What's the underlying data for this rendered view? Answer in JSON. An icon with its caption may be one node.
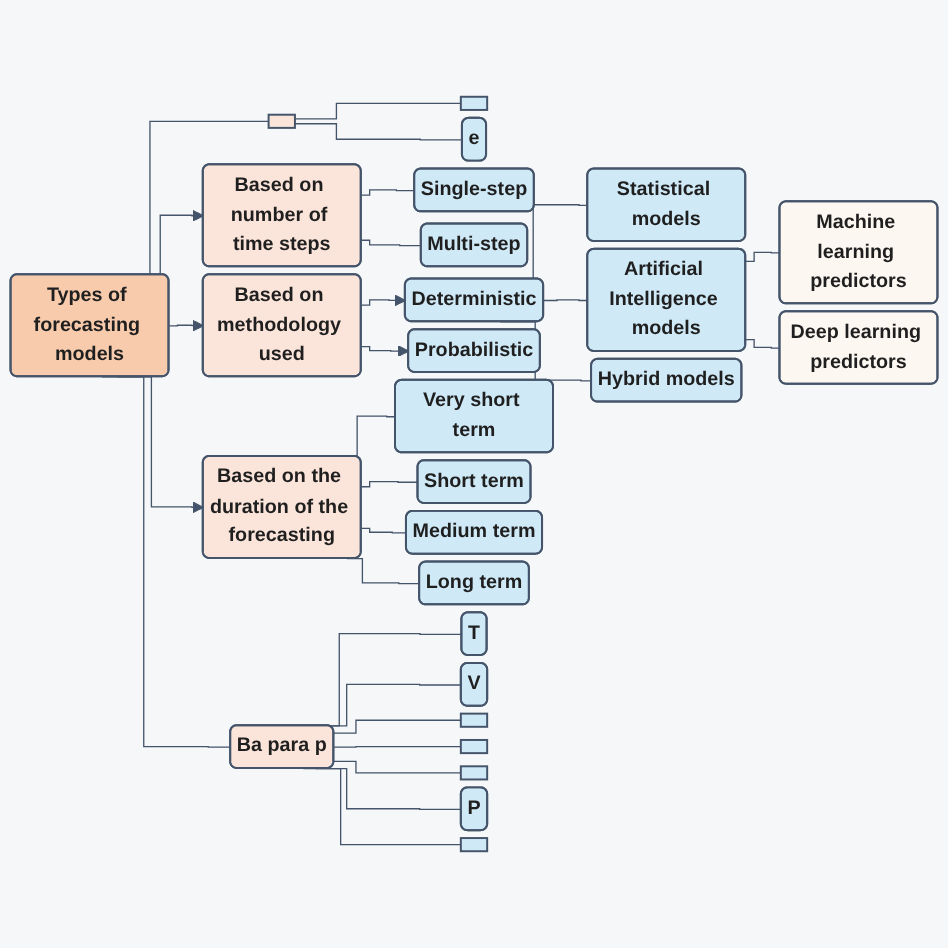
{
  "diagram": {
    "nodes": [
      {
        "text": [
          "Types of forecasting models"
        ]
      },
      {
        "text": [],
        "shape": "box"
      },
      {
        "text": [],
        "shape": "box"
      },
      {
        "text": [
          "e"
        ]
      },
      {
        "text": [
          "Based on number of time steps"
        ]
      },
      {
        "text": [
          "Single-step"
        ]
      },
      {
        "text": [
          "Multi-step"
        ]
      },
      {
        "text": [
          "Based on methodology used"
        ]
      },
      {
        "text": [
          "Deterministic"
        ]
      },
      {
        "text": [
          "Probabilistic"
        ]
      },
      {
        "text": [
          "Statistical models"
        ]
      },
      {
        "text": [
          "Artificial Intelligence models"
        ]
      },
      {
        "text": [
          "Machine learning predictors"
        ]
      },
      {
        "text": [
          "Deep learning predictors"
        ]
      },
      {
        "text": [
          "Hybrid models"
        ]
      },
      {
        "text": [
          "Based on the duration of the forecasting"
        ]
      },
      {
        "text": [
          "Very short term"
        ]
      },
      {
        "text": [
          "Short term"
        ]
      },
      {
        "text": [
          "Medium term"
        ]
      },
      {
        "text": [
          "Long term"
        ]
      },
      {
        "text": [
          "Ba para p"
        ]
      },
      {
        "text": [
          "T"
        ]
      },
      {
        "text": [
          "V"
        ]
      },
      {
        "text": [],
        "shape": "box"
      },
      {
        "text": [],
        "shape": "box"
      },
      {
        "text": [],
        "shape": "box"
      },
      {
        "text": [
          "P"
        ]
      },
      {
        "text": [],
        "shape": "box"
      }
    ],
    "edges": [
      {
        "from": 0,
        "to": 1,
        "arrow": "none"
      },
      {
        "from": 0,
        "to": 4,
        "arrow": "to"
      },
      {
        "from": 0,
        "to": 7,
        "arrow": "to"
      },
      {
        "from": 0,
        "to": 15,
        "arrow": "to"
      },
      {
        "from": 0,
        "to": 20,
        "arrow": "none"
      },
      {
        "from": 1,
        "to": 2,
        "arrow": "none"
      },
      {
        "from": 1,
        "to": 3,
        "arrow": "none"
      },
      {
        "from": 4,
        "to": 5,
        "arrow": "none"
      },
      {
        "from": 4,
        "to": 6,
        "arrow": "none"
      },
      {
        "from": 7,
        "to": 8,
        "arrow": "to"
      },
      {
        "from": 7,
        "to": 9,
        "arrow": "to"
      },
      {
        "from": 8,
        "to": 10,
        "arrow": "none"
      },
      {
        "from": 8,
        "to": 11,
        "arrow": "none"
      },
      {
        "from": 8,
        "to": 14,
        "arrow": "none"
      },
      {
        "from": 11,
        "to": 12,
        "arrow": "none"
      },
      {
        "from": 11,
        "to": 13,
        "arrow": "none"
      },
      {
        "from": 15,
        "to": 16,
        "arrow": "none"
      },
      {
        "from": 15,
        "to": 17,
        "arrow": "none"
      },
      {
        "from": 15,
        "to": 18,
        "arrow": "none"
      },
      {
        "from": 15,
        "to": 19,
        "arrow": "none"
      },
      {
        "from": 20,
        "to": 21,
        "arrow": "none"
      },
      {
        "from": 20,
        "to": 22,
        "arrow": "none"
      },
      {
        "from": 20,
        "to": 23,
        "arrow": "none"
      },
      {
        "from": 20,
        "to": 24,
        "arrow": "none"
      },
      {
        "from": 20,
        "to": 25,
        "arrow": "none"
      },
      {
        "from": 20,
        "to": 26,
        "arrow": "none"
      },
      {
        "from": 20,
        "to": 27,
        "arrow": "none"
      }
    ]
  }
}
